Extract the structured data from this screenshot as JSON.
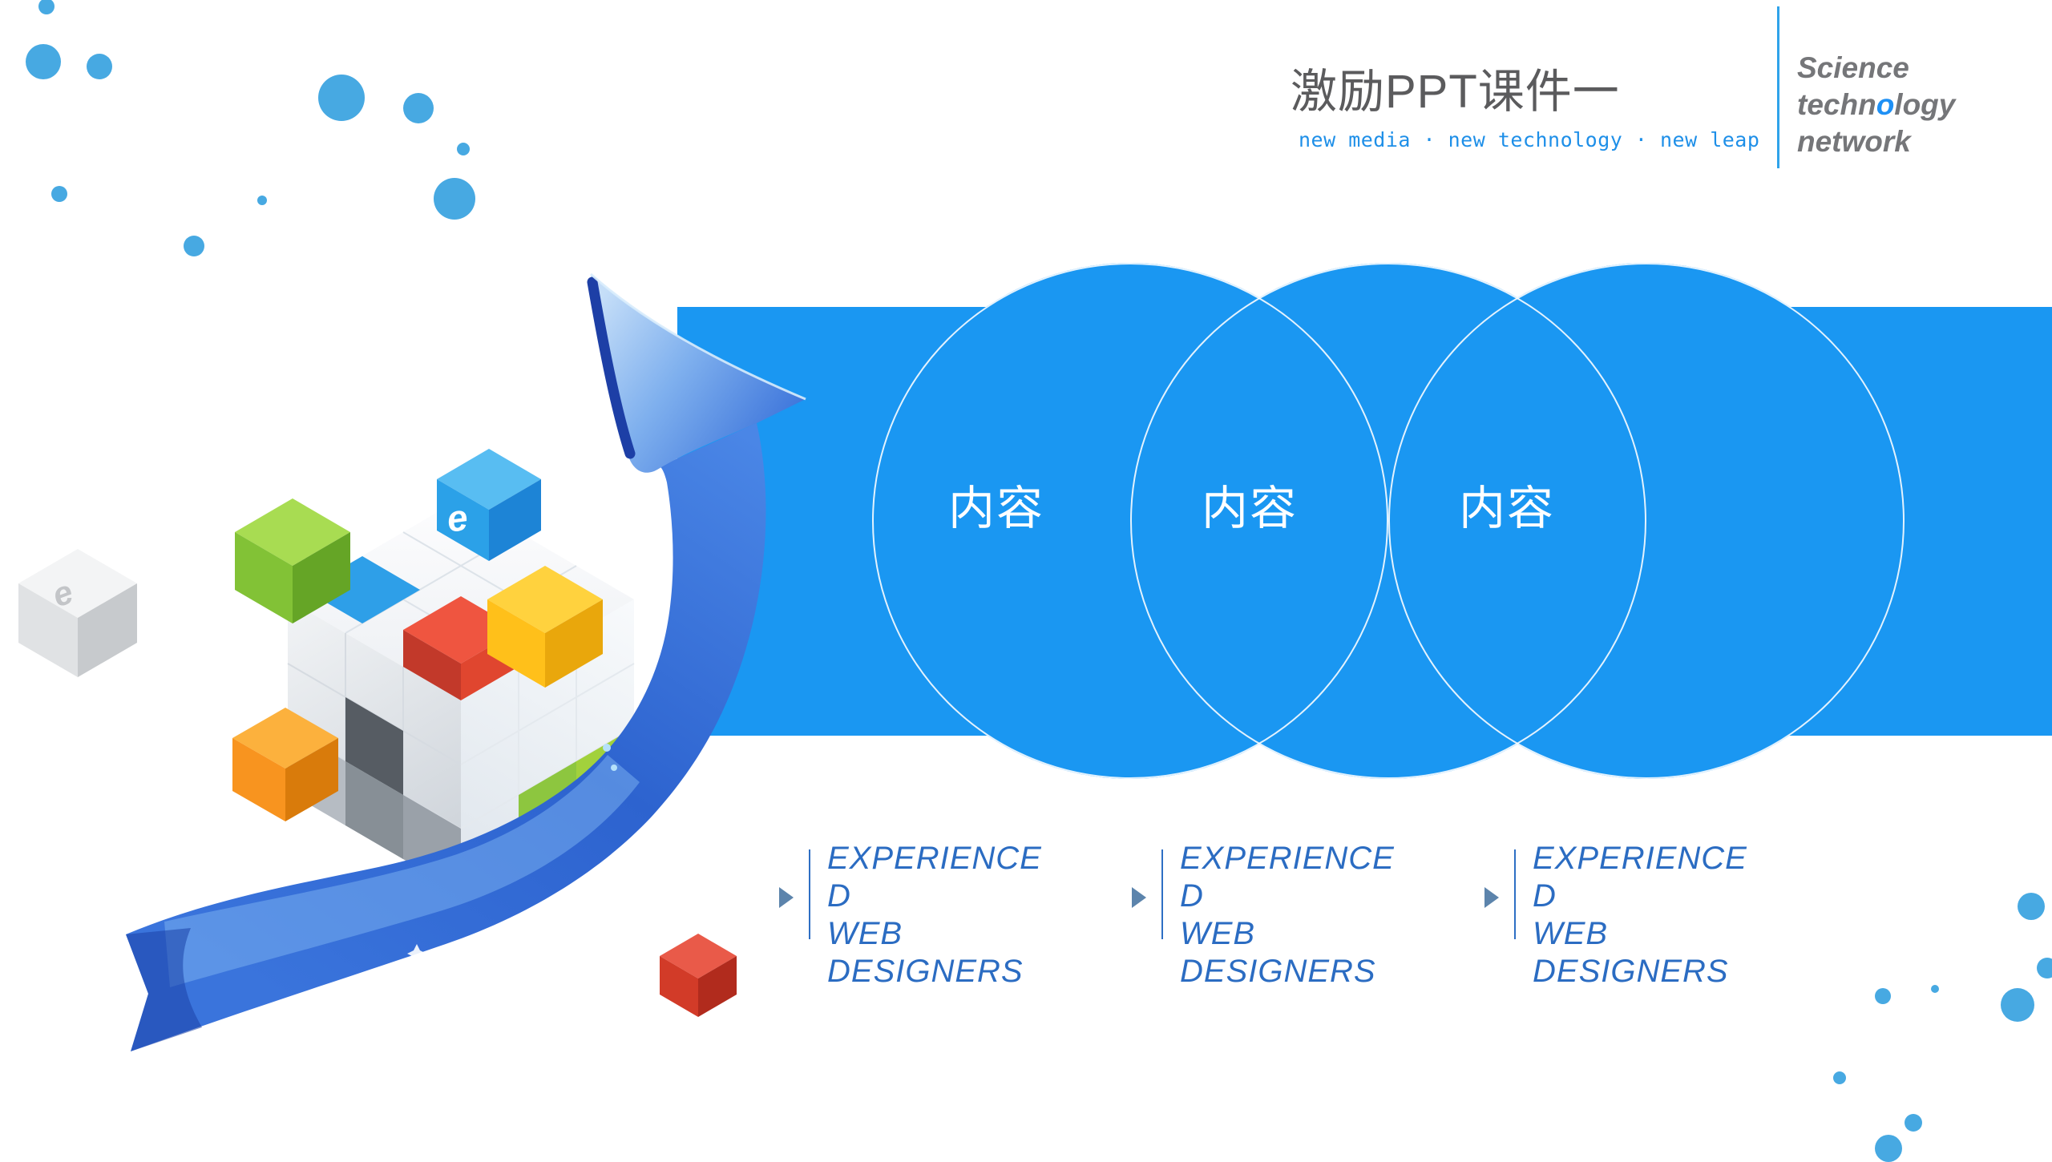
{
  "header": {
    "title": "激励PPT课件一",
    "subtitle": "new media · new technology · new leap",
    "logo": {
      "line1": "Science",
      "line2_pre": "techn",
      "line2_o": "o",
      "line2_post": "logy",
      "line3": "network"
    }
  },
  "banner": {
    "circles": [
      {
        "label": "内容"
      },
      {
        "label": "内容"
      },
      {
        "label": "内容"
      }
    ]
  },
  "features": [
    {
      "lines": [
        "EXPERIENCE",
        "D",
        "WEB",
        "DESIGNERS"
      ]
    },
    {
      "lines": [
        "EXPERIENCE",
        "D",
        "WEB",
        "DESIGNERS"
      ]
    },
    {
      "lines": [
        "EXPERIENCE",
        "D",
        "WEB",
        "DESIGNERS"
      ]
    }
  ],
  "graphic": {
    "cube_logo_letter": "e"
  },
  "colors": {
    "banner_blue": "#1a97f2",
    "dot_blue": "#47a9e2",
    "feature_text_blue": "#2b6cc2",
    "title_gray": "#5b5b5d",
    "logo_gray": "#757679",
    "accent_blue": "#1e8fe8",
    "arrow_navy": "#1d3fa6"
  },
  "decor": {
    "dots_top_left": [
      [
        58,
        8,
        10
      ],
      [
        54,
        77,
        22
      ],
      [
        124,
        83,
        16
      ],
      [
        426,
        122,
        29
      ],
      [
        522,
        135,
        19
      ],
      [
        578,
        186,
        8
      ],
      [
        567,
        248,
        26
      ],
      [
        74,
        242,
        10
      ],
      [
        327,
        250,
        6
      ],
      [
        242,
        307,
        13
      ]
    ],
    "dots_bottom_right": [
      [
        2534,
        1131,
        17
      ],
      [
        2554,
        1208,
        13
      ],
      [
        2349,
        1243,
        10
      ],
      [
        2414,
        1234,
        5
      ],
      [
        2517,
        1254,
        21
      ],
      [
        2295,
        1345,
        8
      ],
      [
        2387,
        1401,
        11
      ],
      [
        2356,
        1433,
        17
      ]
    ]
  }
}
